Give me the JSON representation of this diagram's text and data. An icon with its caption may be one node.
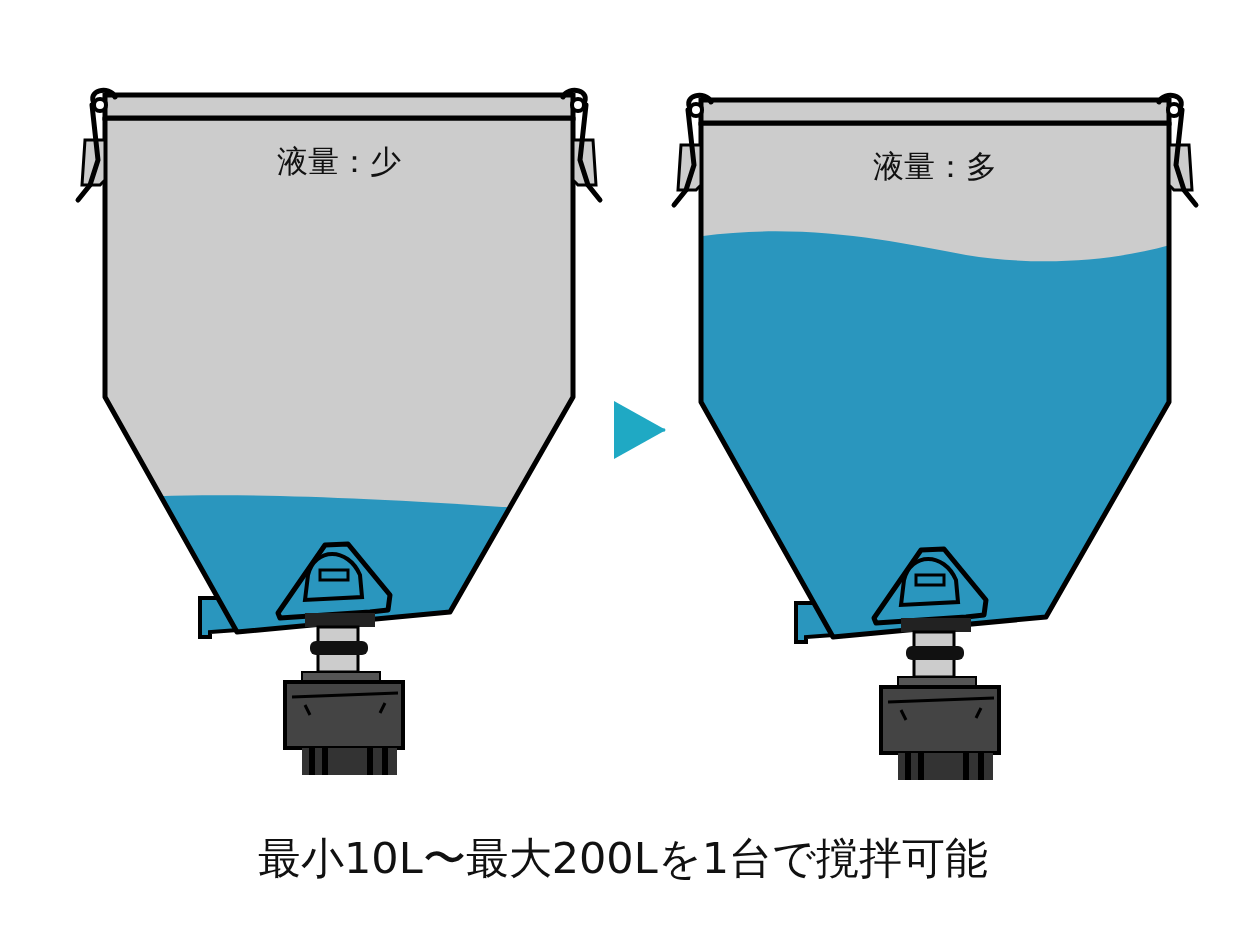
{
  "diagram": {
    "caption": "最小10L〜最大200Lを1台で撹拌可能",
    "nodes": [
      {
        "text": [
          "液量：少"
        ]
      },
      {
        "text": [
          "液量：多"
        ]
      }
    ],
    "edges": [
      {
        "from": 0,
        "to": 1,
        "arrow": "to"
      }
    ]
  }
}
